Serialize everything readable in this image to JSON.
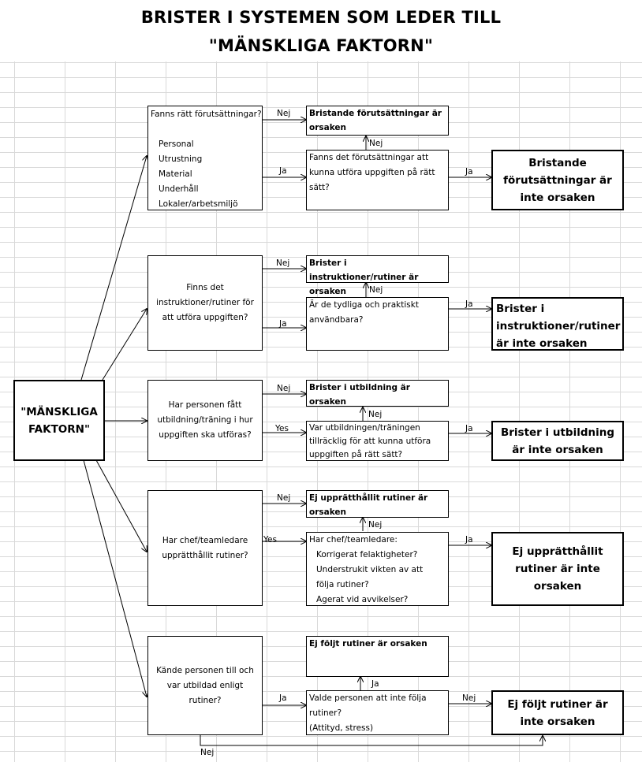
{
  "title": {
    "line1": "BRISTER I SYSTEMEN SOM LEDER TILL",
    "line2": "\"MÄNSKLIGA FAKTORN\""
  },
  "root": "\"MÄNSKLIGA FAKTORN\"",
  "rows": [
    {
      "question": "Fanns rätt förutsättningar?",
      "items": [
        "Personal",
        "Utrustning",
        "Material",
        "Underhåll",
        "Lokaler/arbetsmiljö"
      ],
      "no_label": "Nej",
      "top_result": "Bristande förutsättningar är orsaken",
      "up_label": "Nej",
      "yes_label": "Ja",
      "follow_up": "Fanns det förutsättningar att kunna utföra uppgiften på rätt sätt?",
      "final_label": "Ja",
      "final_result": "Bristande förutsättningar är inte orsaken"
    },
    {
      "question": "Finns det instruktioner/rutiner för att utföra uppgiften?",
      "no_label": "Nej",
      "top_result": "Brister i instruktioner/rutiner är orsaken",
      "up_label": "Nej",
      "yes_label": "Ja",
      "follow_up": "Är de tydliga och praktiskt användbara?",
      "final_label": "Ja",
      "final_result": "Brister i instruktioner/rutiner är inte orsaken"
    },
    {
      "question": "Har personen fått utbildning/träning i hur uppgiften ska utföras?",
      "no_label": "Nej",
      "top_result": "Brister i utbildning är orsaken",
      "up_label": "Nej",
      "yes_label": "Yes",
      "follow_up": "Var utbildningen/träningen tillräcklig för att kunna utföra uppgiften på rätt sätt?",
      "final_label": "Ja",
      "final_result": "Brister i utbildning är inte orsaken"
    },
    {
      "question": "Har chef/teamledare upprätthållit rutiner?",
      "no_label": "Nej",
      "top_result": "Ej upprätthållit rutiner är orsaken",
      "up_label": "Nej",
      "yes_label": "Yes",
      "follow_up_title": "Har chef/teamledare:",
      "follow_up_items": [
        "Korrigerat felaktigheter?",
        "Understrukit vikten av att följa rutiner?",
        "Agerat vid avvikelser?"
      ],
      "final_label": "Ja",
      "final_result": "Ej upprätthållit rutiner är inte orsaken"
    },
    {
      "question": "Kände personen till och var utbildad enligt rutiner?",
      "top_result": "Ej följt rutiner är orsaken",
      "up_label": "Ja",
      "yes_label": "Ja",
      "follow_up": "Valde personen att inte följa rutiner?",
      "follow_up_note": "(Attityd, stress)",
      "final_label": "Nej",
      "final_result": "Ej följt rutiner är inte orsaken",
      "bottom_label": "Nej"
    }
  ]
}
